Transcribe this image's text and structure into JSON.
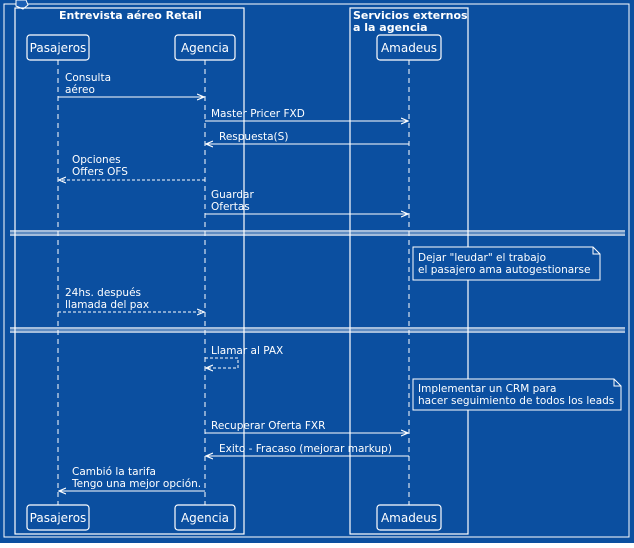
{
  "colors": {
    "background": "#0b4fa0",
    "line": "#ffffff"
  },
  "boxes": [
    {
      "title_lines": [
        "Entrevista aéreo Retail"
      ]
    },
    {
      "title_lines": [
        "Servicios externos",
        "a la agencia"
      ]
    }
  ],
  "participants": {
    "pasajeros": "Pasajeros",
    "agencia": "Agencia",
    "amadeus": "Amadeus"
  },
  "messages": [
    {
      "label_lines": [
        "Consulta",
        "aéreo"
      ],
      "style": "solid"
    },
    {
      "label_lines": [
        "Master Pricer FXD"
      ],
      "style": "solid"
    },
    {
      "label_lines": [
        "Respuesta(S)"
      ],
      "style": "solid"
    },
    {
      "label_lines": [
        "Opciones",
        "Offers OFS"
      ],
      "style": "dashed"
    },
    {
      "label_lines": [
        "Guardar",
        "Ofertas"
      ],
      "style": "solid"
    },
    {
      "label_lines": [
        "24hs. después",
        "llamada del pax"
      ],
      "style": "dashed"
    },
    {
      "label_lines": [
        "Llamar al PAX"
      ],
      "style": "dashed-self"
    },
    {
      "label_lines": [
        "Recuperar Oferta FXR"
      ],
      "style": "solid"
    },
    {
      "label_lines": [
        "Exito - Fracaso (mejorar markup)"
      ],
      "style": "solid"
    },
    {
      "label_lines": [
        "Cambió la tarifa",
        "Tengo una mejor opción."
      ],
      "style": "solid"
    }
  ],
  "notes": [
    {
      "lines": [
        "Dejar \"leudar\" el trabajo",
        "el pasajero ama autogestionarse"
      ]
    },
    {
      "lines": [
        "Implementar un CRM para",
        "hacer seguimiento de todos los leads"
      ]
    }
  ]
}
